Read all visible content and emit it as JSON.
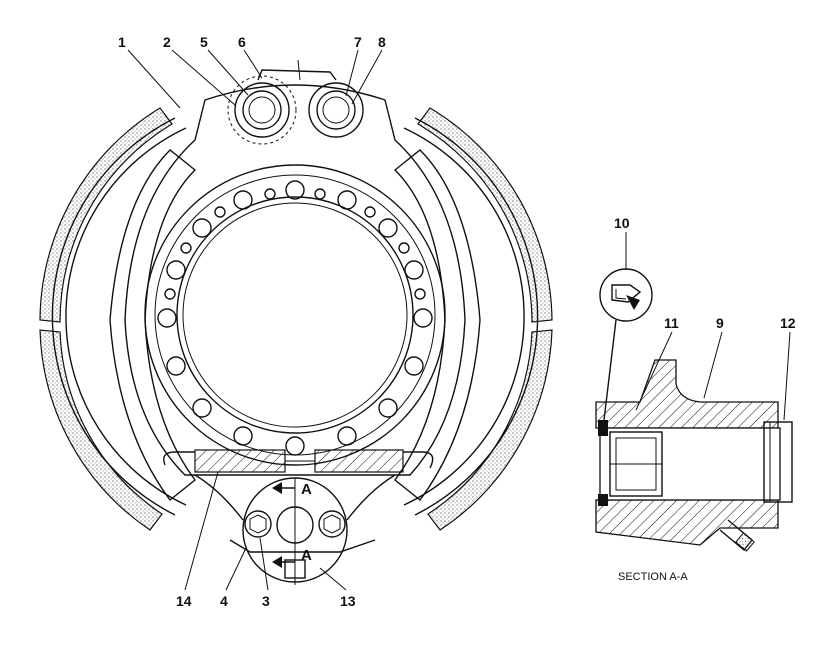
{
  "callouts": {
    "c1": "1",
    "c2": "2",
    "c3": "3",
    "c4": "4",
    "c5": "5",
    "c6": "6",
    "c7": "7",
    "c8": "8",
    "c9": "9",
    "c10": "10",
    "c11": "11",
    "c12": "12",
    "c13": "13",
    "c14": "14"
  },
  "section_marks": {
    "top": "A",
    "bottom": "A"
  },
  "section_label": "SECTION A-A"
}
